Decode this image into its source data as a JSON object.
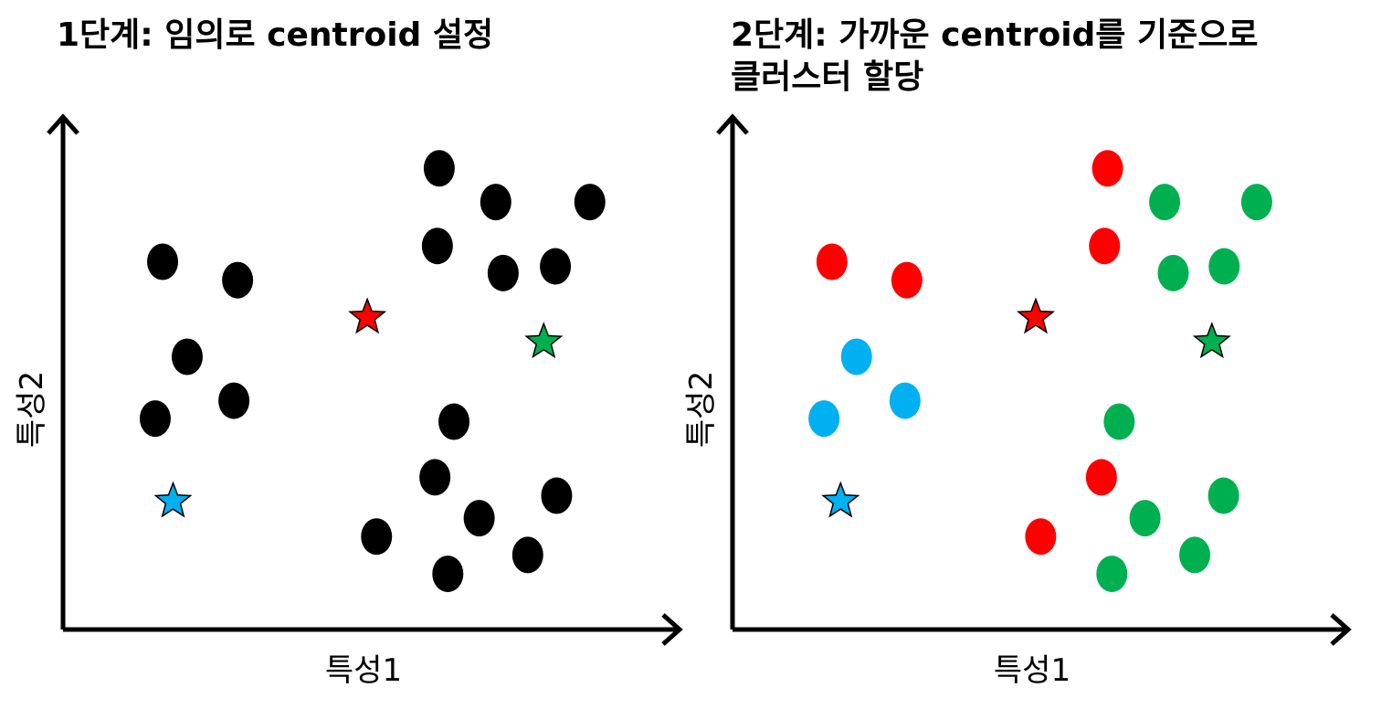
{
  "panels": [
    {
      "title": "1단계: 임의로 centroid 설정",
      "xlabel": "특성1",
      "ylabel": "특성2"
    },
    {
      "title": "2단계: 가까운 centroid를 기준으로\n클러스터 할당",
      "xlabel": "특성1",
      "ylabel": "특성2"
    }
  ],
  "colors": {
    "unassigned": "#000000",
    "red": "#ff0000",
    "green": "#00b050",
    "blue": "#00b0f0",
    "star_red": "#ff0000",
    "star_green": "#00b050",
    "star_blue": "#00b0f0"
  },
  "chart_data": [
    {
      "type": "scatter",
      "x_range": [
        0,
        100
      ],
      "y_range": [
        0,
        100
      ],
      "centroids": [
        {
          "x": 49.5,
          "y": 61.1,
          "color": "star_red"
        },
        {
          "x": 78.2,
          "y": 56.3,
          "color": "star_green"
        },
        {
          "x": 17.9,
          "y": 25.1,
          "color": "star_blue"
        }
      ],
      "points": [
        {
          "x": 61.2,
          "y": 90.3,
          "color": "unassigned"
        },
        {
          "x": 70.4,
          "y": 83.7,
          "color": "unassigned"
        },
        {
          "x": 85.7,
          "y": 83.7,
          "color": "unassigned"
        },
        {
          "x": 60.9,
          "y": 75.1,
          "color": "unassigned"
        },
        {
          "x": 71.6,
          "y": 69.8,
          "color": "unassigned"
        },
        {
          "x": 80.1,
          "y": 71.1,
          "color": "unassigned"
        },
        {
          "x": 16.2,
          "y": 72.0,
          "color": "unassigned"
        },
        {
          "x": 28.4,
          "y": 68.4,
          "color": "unassigned"
        },
        {
          "x": 20.2,
          "y": 53.4,
          "color": "unassigned"
        },
        {
          "x": 27.8,
          "y": 44.8,
          "color": "unassigned"
        },
        {
          "x": 15.0,
          "y": 41.3,
          "color": "unassigned"
        },
        {
          "x": 63.6,
          "y": 40.7,
          "color": "unassigned"
        },
        {
          "x": 60.5,
          "y": 29.8,
          "color": "unassigned"
        },
        {
          "x": 80.3,
          "y": 26.2,
          "color": "unassigned"
        },
        {
          "x": 67.7,
          "y": 21.8,
          "color": "unassigned"
        },
        {
          "x": 51.0,
          "y": 18.2,
          "color": "unassigned"
        },
        {
          "x": 75.6,
          "y": 14.6,
          "color": "unassigned"
        },
        {
          "x": 62.6,
          "y": 10.9,
          "color": "unassigned"
        }
      ]
    },
    {
      "type": "scatter",
      "x_range": [
        0,
        100
      ],
      "y_range": [
        0,
        100
      ],
      "centroids": [
        {
          "x": 49.4,
          "y": 61.1,
          "color": "star_red"
        },
        {
          "x": 78.1,
          "y": 56.3,
          "color": "star_green"
        },
        {
          "x": 17.6,
          "y": 25.1,
          "color": "star_blue"
        }
      ],
      "points": [
        {
          "x": 61.1,
          "y": 90.3,
          "color": "red"
        },
        {
          "x": 70.4,
          "y": 83.7,
          "color": "green"
        },
        {
          "x": 85.4,
          "y": 83.7,
          "color": "green"
        },
        {
          "x": 60.6,
          "y": 75.1,
          "color": "red"
        },
        {
          "x": 71.8,
          "y": 69.8,
          "color": "green"
        },
        {
          "x": 80.1,
          "y": 71.1,
          "color": "green"
        },
        {
          "x": 16.2,
          "y": 72.0,
          "color": "red"
        },
        {
          "x": 28.4,
          "y": 68.4,
          "color": "red"
        },
        {
          "x": 20.2,
          "y": 53.4,
          "color": "blue"
        },
        {
          "x": 28.1,
          "y": 44.8,
          "color": "blue"
        },
        {
          "x": 14.9,
          "y": 41.3,
          "color": "blue"
        },
        {
          "x": 63.0,
          "y": 40.7,
          "color": "green"
        },
        {
          "x": 60.1,
          "y": 29.8,
          "color": "red"
        },
        {
          "x": 80.0,
          "y": 26.2,
          "color": "green"
        },
        {
          "x": 67.2,
          "y": 21.8,
          "color": "green"
        },
        {
          "x": 50.2,
          "y": 18.2,
          "color": "red"
        },
        {
          "x": 75.3,
          "y": 14.6,
          "color": "green"
        },
        {
          "x": 61.8,
          "y": 10.9,
          "color": "green"
        }
      ]
    }
  ]
}
